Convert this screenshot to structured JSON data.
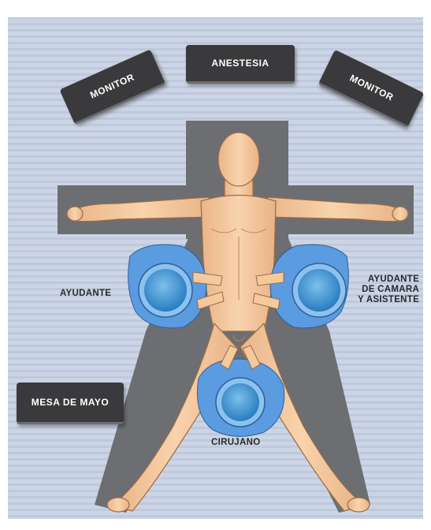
{
  "labels": {
    "anestesia": "ANESTESIA",
    "monitor_left": "MONITOR",
    "monitor_right": "MONITOR",
    "ayudante": "AYUDANTE",
    "ayudante_camara_line1": "AYUDANTE",
    "ayudante_camara_line2": "DE CAMARA",
    "ayudante_camara_line3": "Y ASISTENTE",
    "mesa_de_mayo": "MESA DE MAYO",
    "cirujano": "CIRUJANO"
  },
  "colors": {
    "background": "#c9d3e4",
    "table": "#6c6e72",
    "box": "#3a3a3c",
    "skin": "#f4c99e",
    "gown": "#5b9be0",
    "cap": "#2f86c7"
  }
}
